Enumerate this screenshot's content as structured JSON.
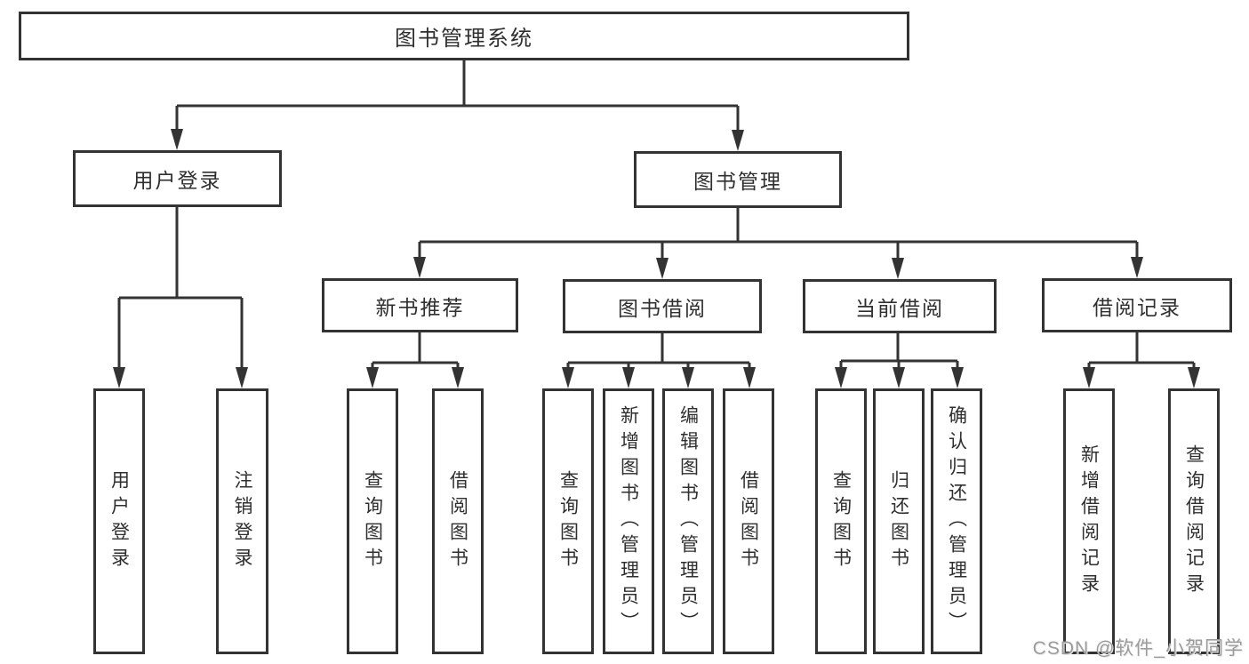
{
  "diagram": {
    "title": "图书管理系统",
    "level1": [
      {
        "label": "用户登录"
      },
      {
        "label": "图书管理"
      }
    ],
    "level2": [
      {
        "label": "新书推荐"
      },
      {
        "label": "图书借阅"
      },
      {
        "label": "当前借阅"
      },
      {
        "label": "借阅记录"
      }
    ],
    "leaves": [
      {
        "label": "用户登录"
      },
      {
        "label": "注销登录"
      },
      {
        "label": "查询图书"
      },
      {
        "label": "借阅图书"
      },
      {
        "label": "查询图书"
      },
      {
        "label": "新增图书（管理员）"
      },
      {
        "label": "编辑图书（管理员）"
      },
      {
        "label": "借阅图书"
      },
      {
        "label": "查询图书"
      },
      {
        "label": "归还图书"
      },
      {
        "label": "确认归还（管理员）"
      },
      {
        "label": "新增借阅记录"
      },
      {
        "label": "查询借阅记录"
      }
    ]
  },
  "watermark": "CSDN @软件_小贺同学",
  "colors": {
    "line": "#333333",
    "text": "#2f2f2f",
    "watermark": "#9c9c9c",
    "background": "#ffffff"
  }
}
